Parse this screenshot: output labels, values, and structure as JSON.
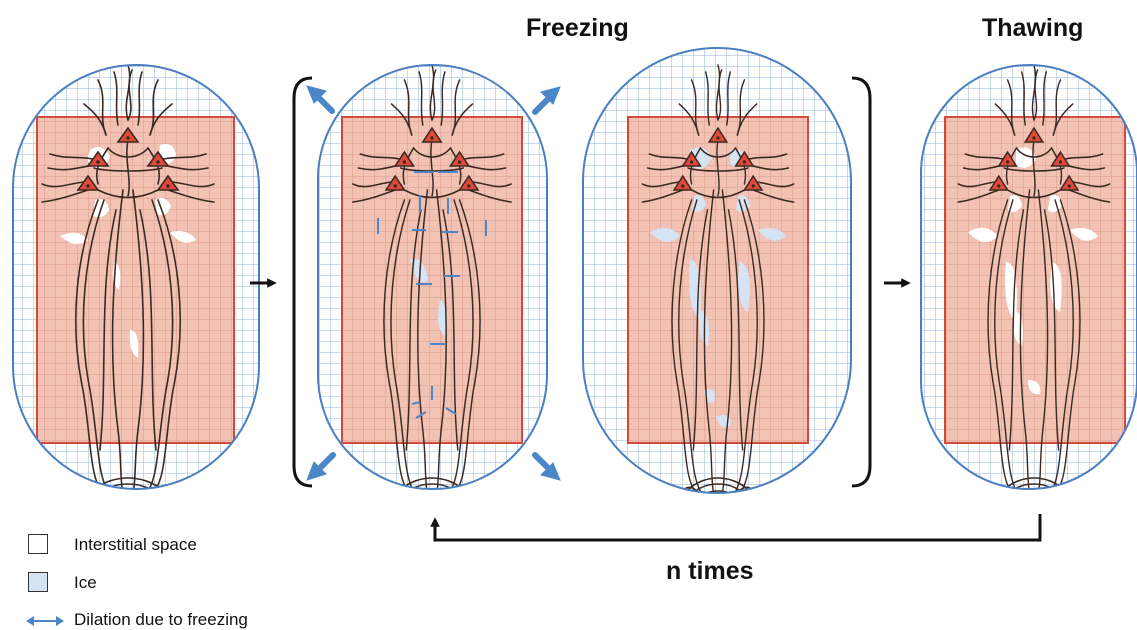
{
  "titles": {
    "freezing": "Freezing",
    "thawing": "Thawing",
    "loop": "n times"
  },
  "legend": {
    "interstitial": "Interstitial space",
    "ice": "Ice",
    "dilation": "Dilation due to freezing"
  },
  "colors": {
    "tissue_fill": "#f2c2b4",
    "tissue_border": "#d24a3c",
    "capsule_border": "#4a7fc1",
    "grid_line": "#a9c3e6",
    "ice_fill": "#d6e3f3",
    "cell_fill": "#e0493a",
    "neurite": "#3a2a22",
    "arrow_blue": "#4a86c8",
    "arrow_black": "#111111"
  },
  "icons": {
    "process_arrow": "right-arrow-icon",
    "expansion_arrow": "diagonal-arrow-icon",
    "dilation_arrow": "double-arrow-icon"
  }
}
